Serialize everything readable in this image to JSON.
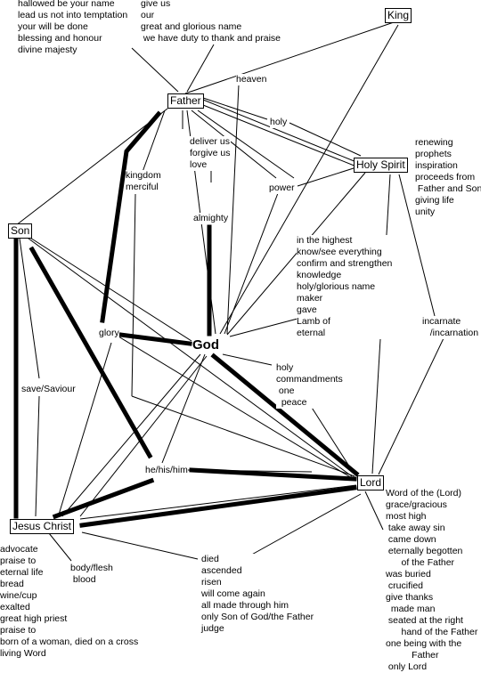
{
  "nodes": {
    "king": "King",
    "father": "Father",
    "holy_spirit": "Holy Spirit",
    "son": "Son",
    "god": "God",
    "lord": "Lord",
    "jesus_christ": "Jesus Christ"
  },
  "edge_labels": {
    "heaven": "heaven",
    "holy_top": "holy",
    "power": "power",
    "almighty": "almighty",
    "glory": "glory",
    "save_saviour": "save/Saviour",
    "he_his_him": "he/his/him",
    "incarnate": "incarnate\n   /incarnation"
  },
  "lists": {
    "top_left": "hallowed be your name\nlead us not into temptation\nyour will be done\nblessing and honour\ndivine majesty",
    "top_middle": "give us\nour\ngreat and glorious name\n we have duty to thank and praise",
    "father_god": "deliver us\nforgive us\nlove",
    "kingdom": "kingdom\nmerciful",
    "holy_spirit_list": "renewing\nprophets\ninspiration\nproceeds from\n Father and Son\ngiving life\nunity",
    "god_upper": "in the highest\nknow/see everything\nconfirm and strengthen\nknowledge\nholy/glorious name\nmaker\ngave\nLamb of\neternal",
    "god_lord": "holy\ncommandments\n one\n  peace",
    "lord_list": "Word of the (Lord)\ngrace/gracious\nmost high\n take away sin\n came down\n eternally begotten\n      of the Father\nwas buried\n crucified\ngive thanks\n  made man\n seated at the right\n      hand of the Father\none being with the\n          Father\n only Lord",
    "jesus_list": "advocate\npraise to\neternal life\nbread\nwine/cup\nexalted\ngreat high priest\npraise to\nborn of a woman, died on a cross\nliving Word",
    "body_blood": "body/flesh\n blood",
    "middle_list": "died\nascended\nrisen\nwill come again\nall made through him\nonly Son of God/the Father\njudge"
  }
}
